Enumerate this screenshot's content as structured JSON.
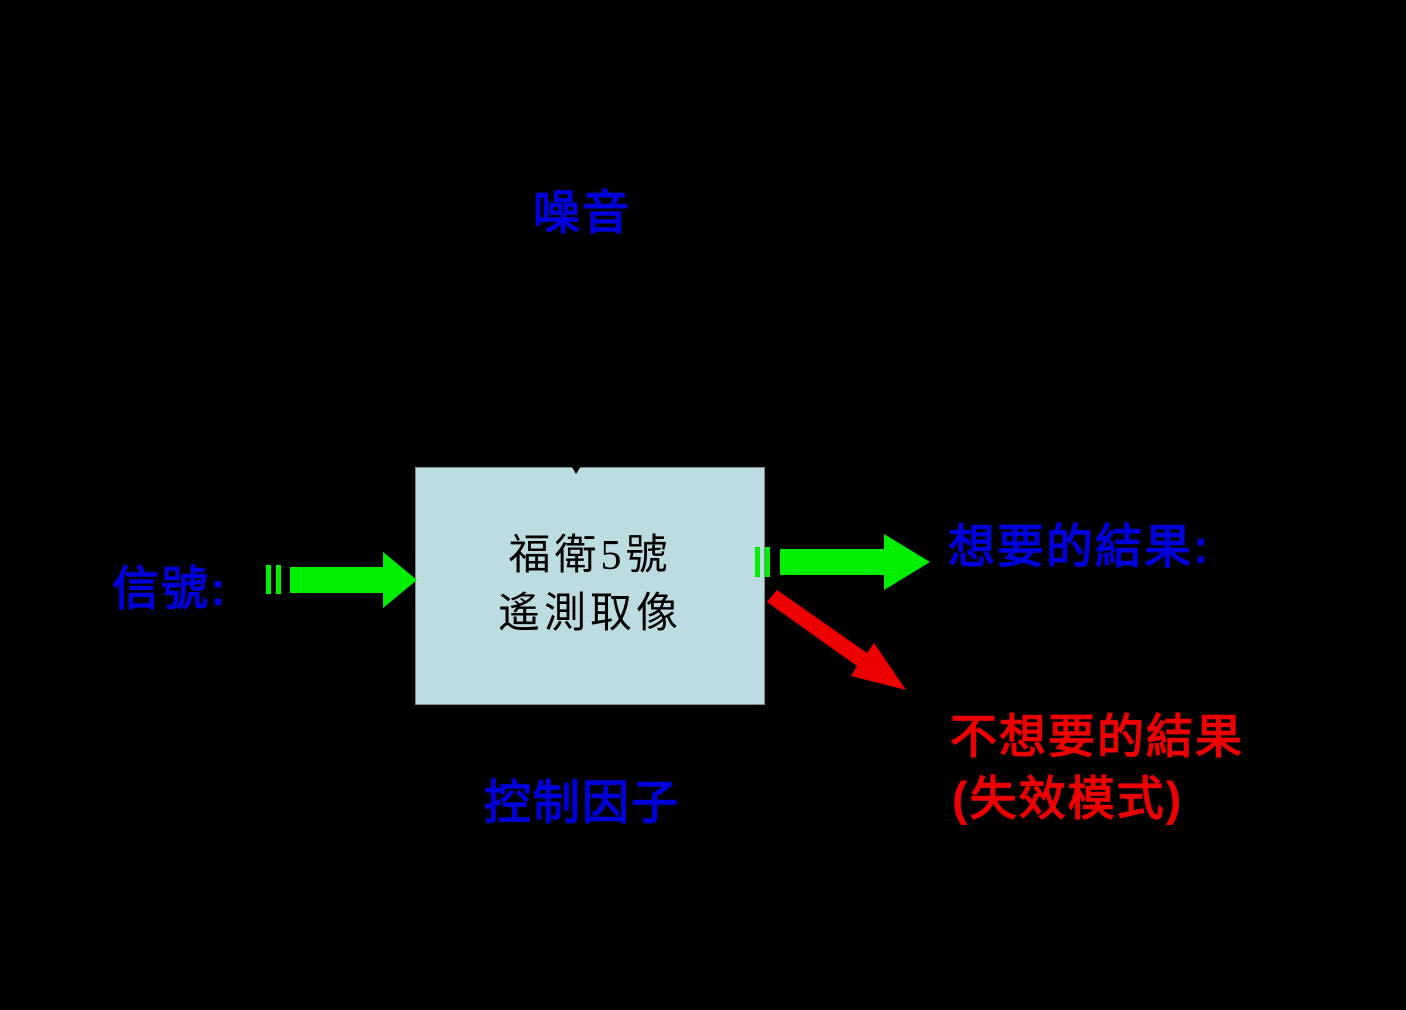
{
  "diagram": {
    "noise_label": "噪音",
    "signal_label": "信號:",
    "process_box": {
      "line1": "福衛5號",
      "line2": "遙測取像"
    },
    "desired_label": "想要的結果:",
    "undesired_line1": "不想要的結果",
    "undesired_line2": "(失效模式)",
    "control_label": "控制因子"
  },
  "colors": {
    "background": "#000000",
    "label_blue": "#0000dd",
    "arrow_green": "#00ee00",
    "undesired_red": "#ee0000",
    "box_fill": "#bddce2",
    "box_text": "#000000",
    "noise_arrow_black": "#000000"
  }
}
